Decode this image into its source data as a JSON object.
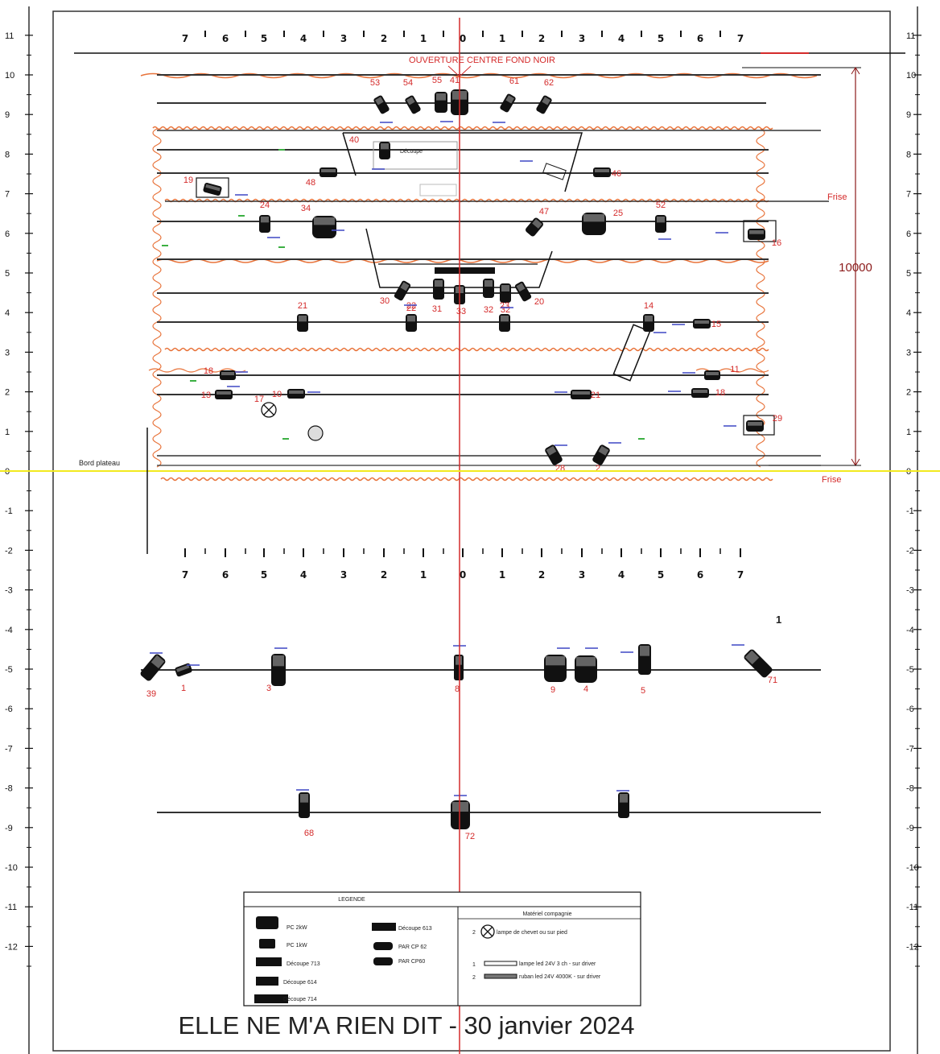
{
  "header_label": "OUVERTURE CENTRE FOND NOIR",
  "bord_plateau": "Bord plateau",
  "frise_label": "Frise",
  "dimension_label": "10000",
  "title": "ELLE NE M'A RIEN DIT - 30 janvier 2024",
  "scale_labels": [
    "7",
    "6",
    "5",
    "4",
    "3",
    "2",
    "1",
    "0",
    "1",
    "2",
    "3",
    "4",
    "5",
    "6",
    "7"
  ],
  "axis_labels": [
    "11",
    "10",
    "9",
    "8",
    "7",
    "6",
    "5",
    "4",
    "3",
    "2",
    "1",
    "0",
    "-1",
    "-2",
    "-3",
    "-4",
    "-5",
    "-6",
    "-7",
    "-8",
    "-9",
    "-10",
    "-11",
    "-12"
  ],
  "fixture_numbers": [
    "53",
    "54",
    "55",
    "41",
    "61",
    "62",
    "40",
    "48",
    "46",
    "19",
    "24",
    "34",
    "47",
    "25",
    "52",
    "16",
    "30",
    "22",
    "31",
    "33",
    "32",
    "32",
    "20",
    "21",
    "22",
    "23",
    "14",
    "15",
    "18",
    "11",
    "13",
    "10",
    "17",
    "21",
    "18",
    "29",
    "28",
    "2",
    "39",
    "1",
    "3",
    "8",
    "9",
    "4",
    "5",
    "71",
    "68",
    "72"
  ],
  "note_label": "Découpe",
  "misc_mark": "1",
  "legend": {
    "title": "LEGENDE",
    "items": [
      "PC 2kW",
      "PC 1kW",
      "Découpe 713",
      "Découpe 614",
      "Découpe 714",
      "Découpe 613",
      "PAR CP 62",
      "PAR CP60"
    ],
    "materiel_title": "Matériel compagnie",
    "materiel": [
      {
        "num": "2",
        "text": "lampe de chevet ou sur pied"
      },
      {
        "num": "1",
        "text": "lampe led 24V  3 ch - sur driver"
      },
      {
        "num": "2",
        "text": "ruban led 24V 4000K - sur driver"
      }
    ]
  },
  "colors": {
    "red": "#d42a2a",
    "frise": "#e8733a",
    "yellow": "#f2ea1f",
    "blue": "#4a52c8",
    "black": "#111111"
  }
}
